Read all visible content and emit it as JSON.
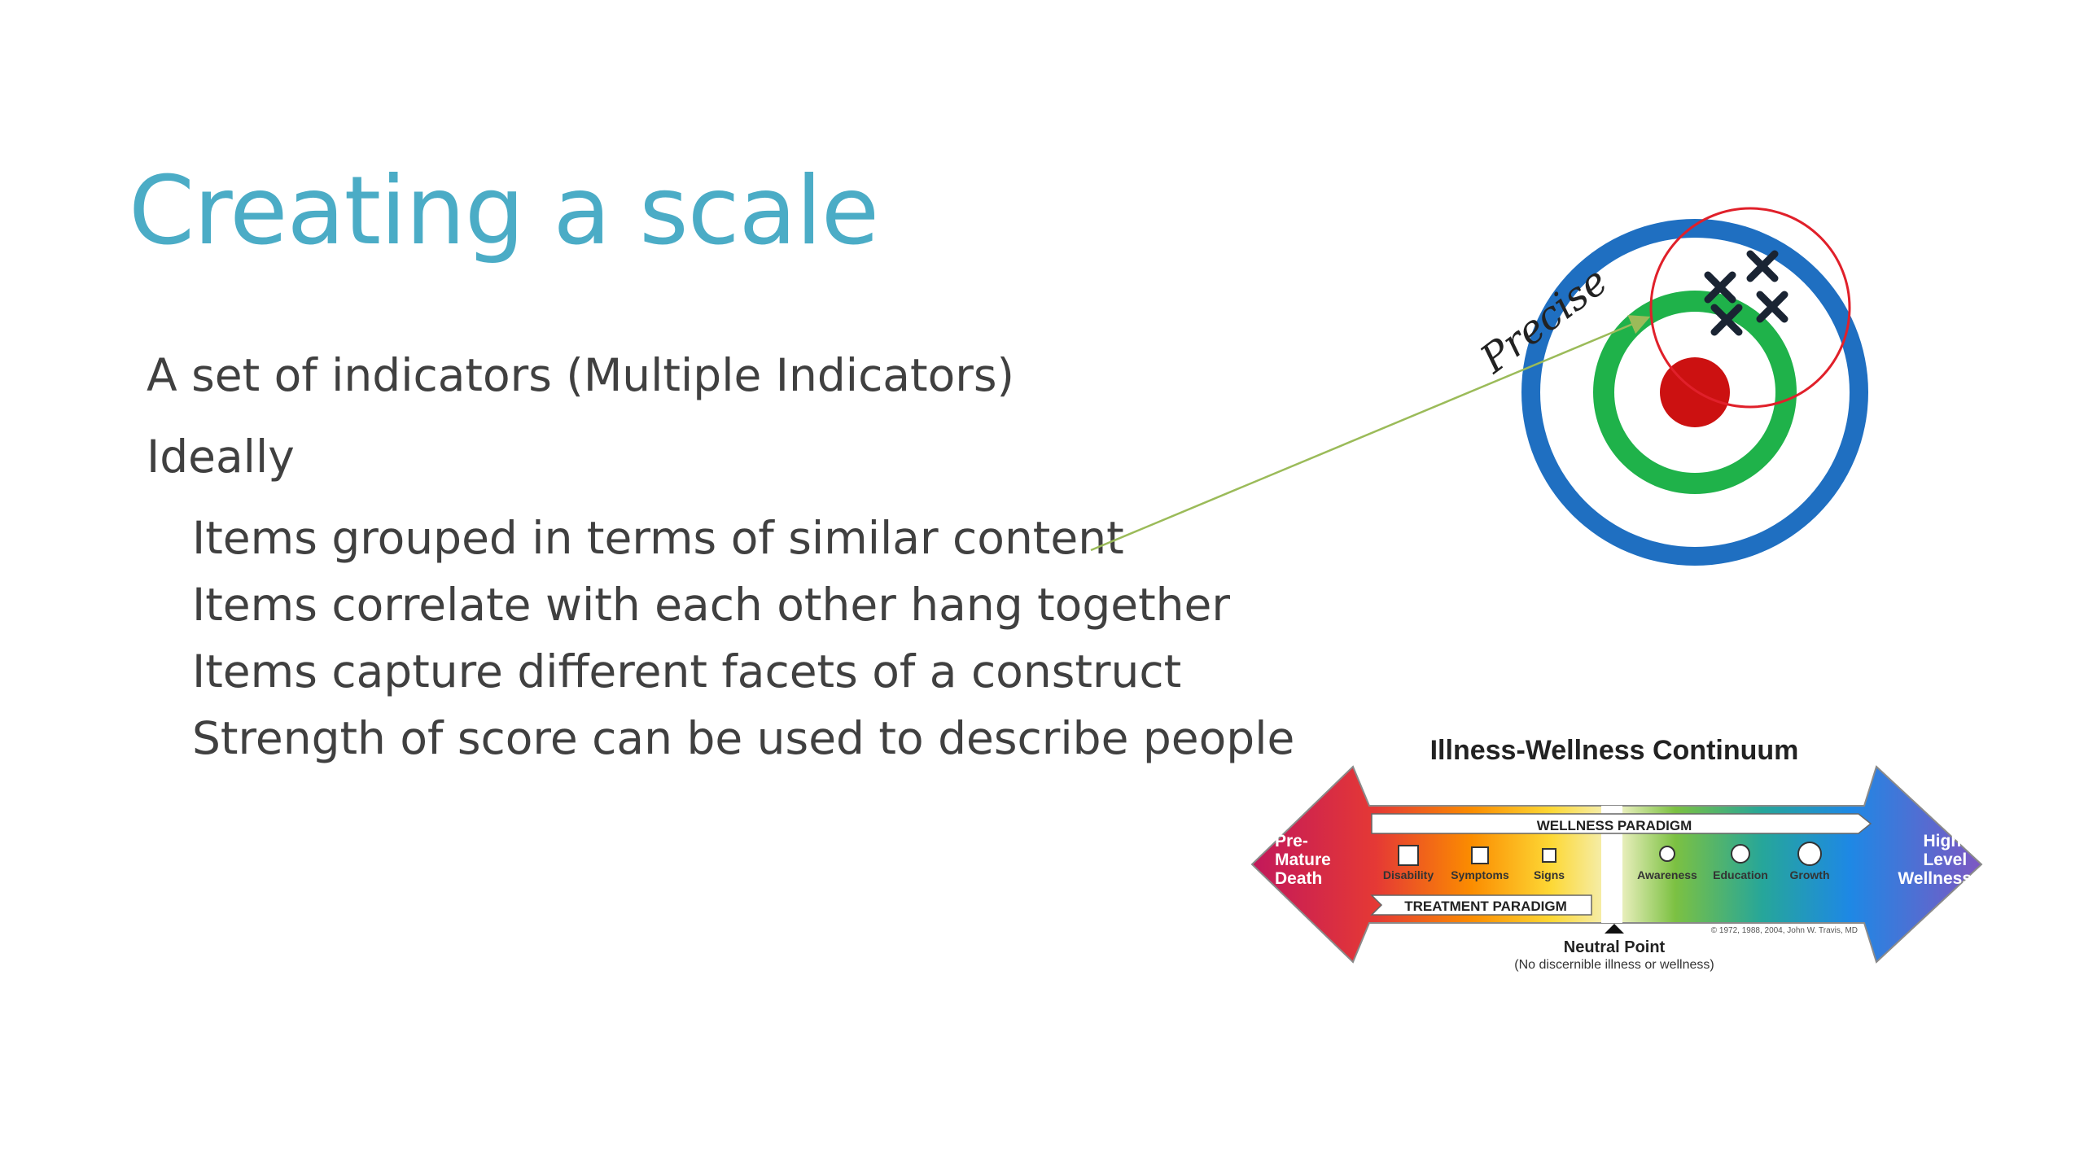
{
  "slide": {
    "title": "Creating a scale",
    "bullets": [
      {
        "level": 1,
        "text": "A set of indicators (Multiple Indicators)"
      },
      {
        "level": 1,
        "text": "Ideally"
      },
      {
        "level": 2,
        "text": "Items grouped in terms of similar content"
      },
      {
        "level": 2,
        "text": "Items correlate with each other hang together"
      },
      {
        "level": 2,
        "text": "Items capture different facets of a construct"
      },
      {
        "level": 2,
        "text": "Strength of score can be used to describe people"
      }
    ]
  },
  "target": {
    "label": "Precise",
    "colors": {
      "outer_ring": "#1f6fc1",
      "inner_ring": "#1fb24a",
      "bullseye": "#cc1111",
      "circle": "#e0202a",
      "arrow": "#9bbb59"
    },
    "marker_icon": "x-mark-icon"
  },
  "continuum": {
    "title": "Illness-Wellness Continuum",
    "left_label": "Pre-Mature Death",
    "right_label": "High-Level Wellness",
    "wellness_paradigm": "WELLNESS PARADIGM",
    "treatment_paradigm": "TREATMENT PARADIGM",
    "left_markers": [
      "Disability",
      "Symptoms",
      "Signs"
    ],
    "right_markers": [
      "Awareness",
      "Education",
      "Growth"
    ],
    "neutral_point": "Neutral Point",
    "neutral_note": "(No discernible illness or wellness)",
    "copyright": "© 1972, 1988, 2004, John W. Travis, MD"
  }
}
